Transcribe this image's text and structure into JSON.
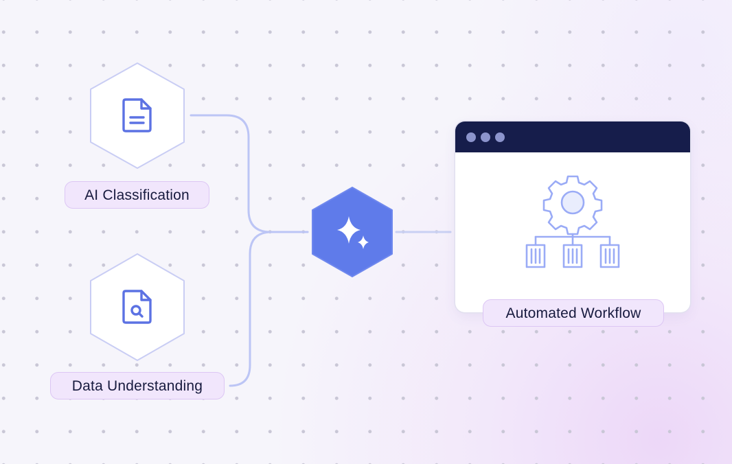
{
  "nodes": {
    "classification": {
      "label": "AI Classification",
      "icon": "document-icon"
    },
    "understanding": {
      "label": "Data Understanding",
      "icon": "document-search-icon"
    },
    "hub": {
      "icon": "sparkle-icon"
    },
    "workflow": {
      "label": "Automated Workflow",
      "icon": "gear-network-icon"
    }
  },
  "colors": {
    "hub_fill": "#5f7bea",
    "icon_stroke": "#5c72e3",
    "connector": "#bcc5f5",
    "window_titlebar": "#161d4b",
    "label_fill": "#f1e6fc",
    "label_border": "#dcc6f4",
    "workflow_icon": "#9aabf6"
  }
}
